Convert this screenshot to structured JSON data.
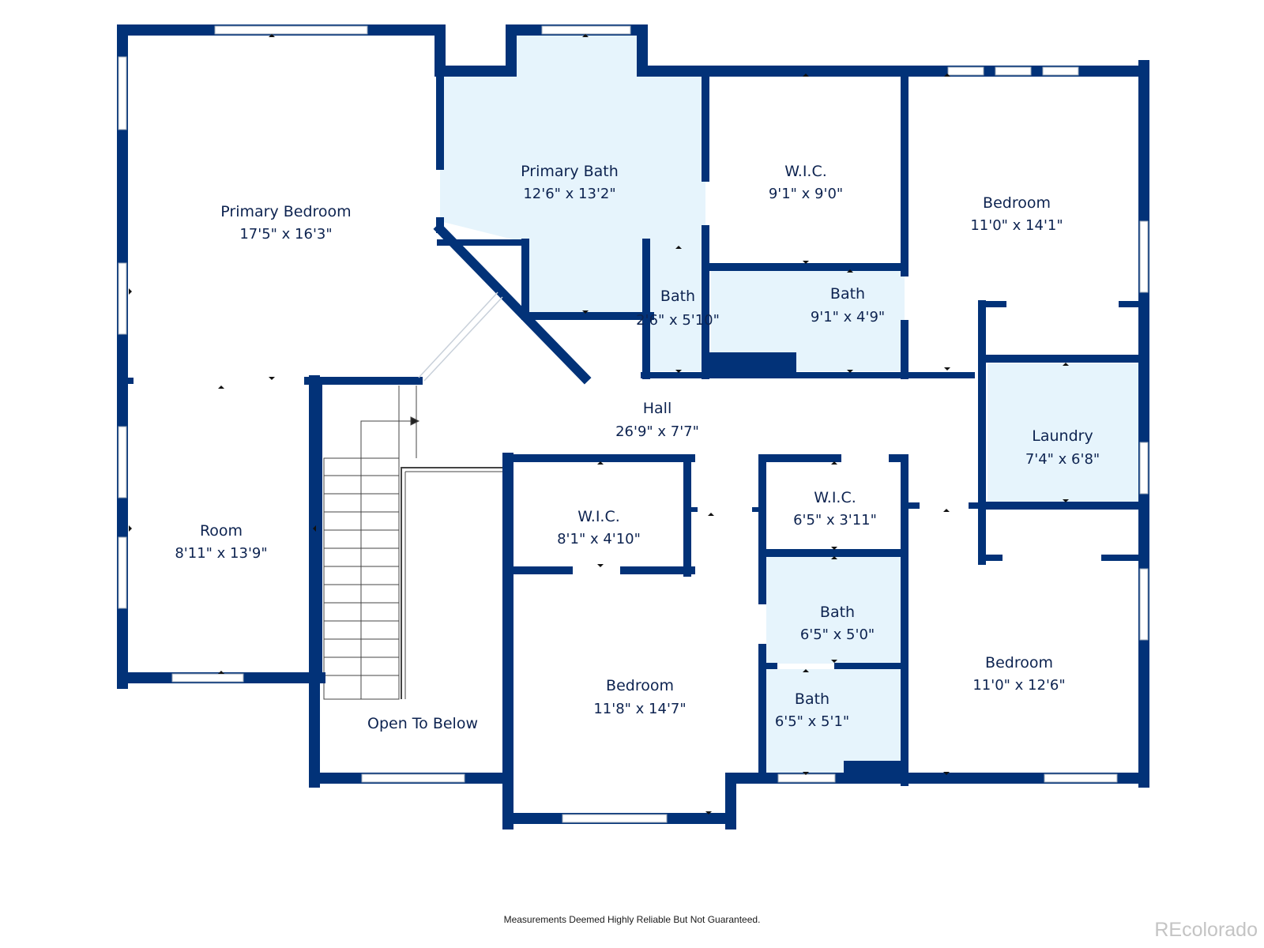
{
  "colors": {
    "wall": "#023278",
    "bath_fill": "#e6f4fc",
    "window": "#ffffff",
    "text": "#0d2350"
  },
  "rooms": {
    "primary_bedroom": {
      "name": "Primary Bedroom",
      "dim": "17'5\" x 16'3\""
    },
    "primary_bath": {
      "name": "Primary Bath",
      "dim": "12'6\" x 13'2\""
    },
    "wic_1": {
      "name": "W.I.C.",
      "dim": "9'1\" x 9'0\""
    },
    "bedroom_ne": {
      "name": "Bedroom",
      "dim": "11'0\" x 14'1\""
    },
    "bath_small": {
      "name": "Bath",
      "dim": "2'6\" x 5'10\""
    },
    "bath_2": {
      "name": "Bath",
      "dim": "9'1\" x 4'9\""
    },
    "hall": {
      "name": "Hall",
      "dim": "26'9\" x 7'7\""
    },
    "laundry": {
      "name": "Laundry",
      "dim": "7'4\" x 6'8\""
    },
    "room": {
      "name": "Room",
      "dim": "8'11\" x 13'9\""
    },
    "wic_2": {
      "name": "W.I.C.",
      "dim": "8'1\" x 4'10\""
    },
    "wic_3": {
      "name": "W.I.C.",
      "dim": "6'5\" x 3'11\""
    },
    "bath_3": {
      "name": "Bath",
      "dim": "6'5\" x 5'0\""
    },
    "bath_4": {
      "name": "Bath",
      "dim": "6'5\" x 5'1\""
    },
    "bedroom_s": {
      "name": "Bedroom",
      "dim": "11'8\" x 14'7\""
    },
    "bedroom_se": {
      "name": "Bedroom",
      "dim": "11'0\" x 12'6\""
    },
    "open_to_below": {
      "name": "Open To Below"
    }
  },
  "footer": {
    "disclaimer": "Measurements Deemed Highly Reliable But Not Guaranteed.",
    "watermark": "REcolorado"
  }
}
